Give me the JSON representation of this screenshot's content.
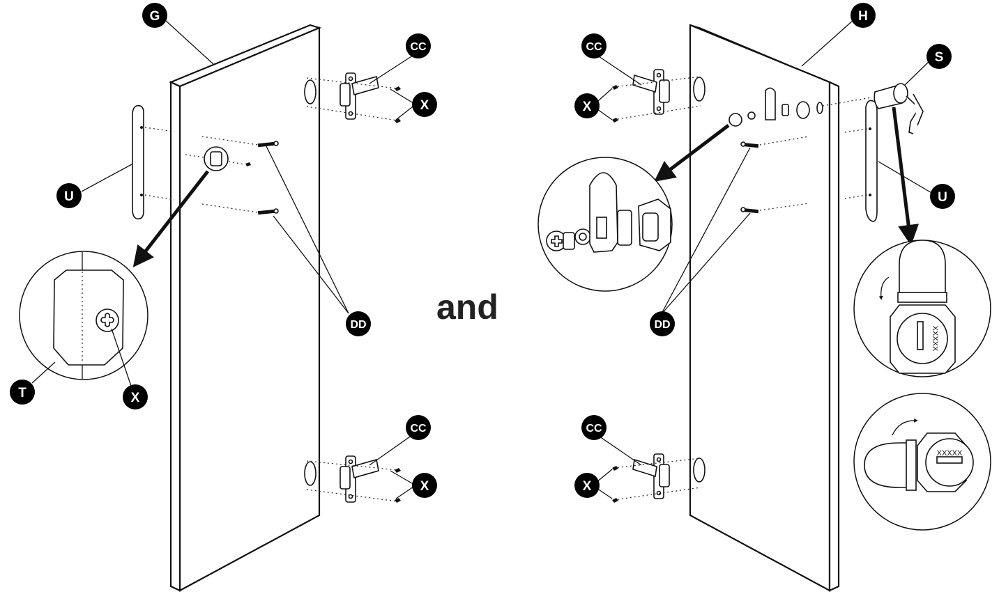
{
  "center_text": "and",
  "labels": {
    "G": "G",
    "H": "H",
    "S": "S",
    "U": "U",
    "T": "T",
    "X": "X",
    "CC": "CC",
    "DD": "DD"
  },
  "lock_keycode": "XXXXX"
}
